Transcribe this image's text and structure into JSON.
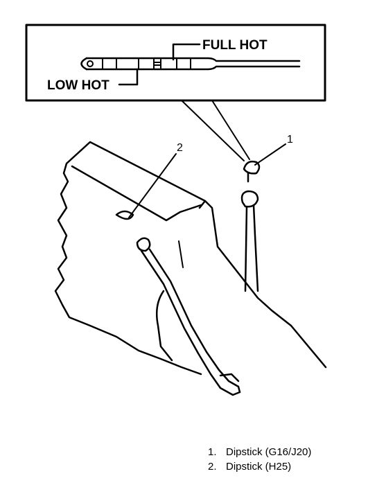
{
  "inset": {
    "label_full": "FULL HOT",
    "label_low": "LOW HOT"
  },
  "callouts": {
    "c1": "1",
    "c2": "2"
  },
  "legend": [
    {
      "num": "1.",
      "text": "Dipstick (G16/J20)"
    },
    {
      "num": "2.",
      "text": "Dipstick (H25)"
    }
  ]
}
